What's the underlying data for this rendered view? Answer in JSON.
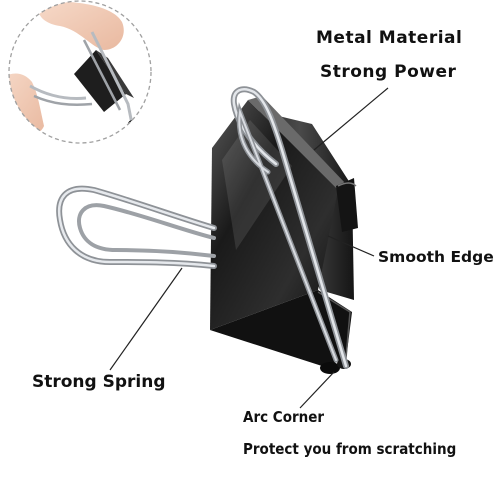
{
  "labels": {
    "metal_material": "Metal Material",
    "strong_power": "Strong Power",
    "smooth_edge": "Smooth Edge",
    "strong_spring": "Strong Spring",
    "arc_corner": "Arc Corner",
    "protect_scratching": "Protect you from scratching"
  },
  "colors": {
    "background": "#ffffff",
    "clip_body": "#1c1c1c",
    "wire": "#b8bcc2",
    "text": "#111111"
  }
}
